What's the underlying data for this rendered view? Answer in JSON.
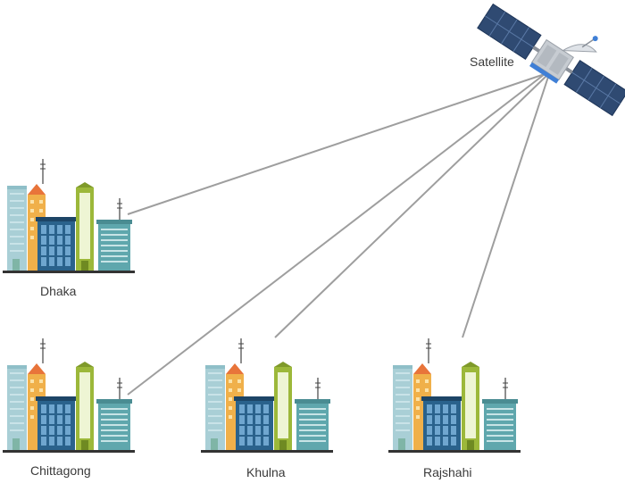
{
  "satellite": {
    "label": "Satellite"
  },
  "cities": [
    {
      "id": "dhaka",
      "label": "Dhaka"
    },
    {
      "id": "chittagong",
      "label": "Chittagong"
    },
    {
      "id": "khulna",
      "label": "Khulna"
    },
    {
      "id": "rajshahi",
      "label": "Rajshahi"
    }
  ],
  "colors": {
    "link": "#9e9e9e",
    "panel": "#2f4a72",
    "panel_grid": "#5a79a6",
    "body": "#c7ccd2",
    "band": "#3f7fd6",
    "tower_light_blue": "#a9cfd6",
    "tower_orange": "#f0b04a",
    "roof_orange": "#e8743a",
    "tower_navy": "#2a628c",
    "tower_green": "#9cb83a",
    "tower_teal": "#5fa7ad",
    "ground": "#333333"
  }
}
